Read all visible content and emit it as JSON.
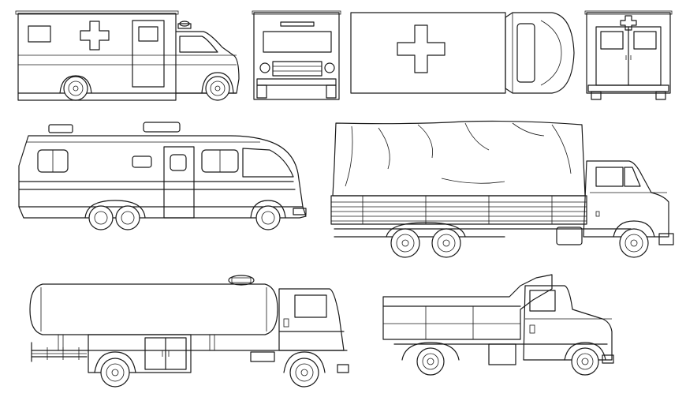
{
  "page": {
    "background": "#ffffff",
    "stroke_color": "#1a1a1a"
  },
  "drawing": {
    "style": "black-and-white CAD line drawing",
    "vehicles": [
      {
        "id": "ambulance-side",
        "kind": "ambulance",
        "view": "side"
      },
      {
        "id": "ambulance-front",
        "kind": "ambulance",
        "view": "front"
      },
      {
        "id": "ambulance-top",
        "kind": "ambulance",
        "view": "top"
      },
      {
        "id": "ambulance-rear",
        "kind": "ambulance",
        "view": "rear"
      },
      {
        "id": "motorhome-side",
        "kind": "motorhome",
        "view": "side"
      },
      {
        "id": "covered-truck-side",
        "kind": "covered cargo truck",
        "view": "side"
      },
      {
        "id": "tanker-side",
        "kind": "tanker truck",
        "view": "side"
      },
      {
        "id": "dump-truck-side",
        "kind": "dump truck",
        "view": "side"
      }
    ]
  }
}
